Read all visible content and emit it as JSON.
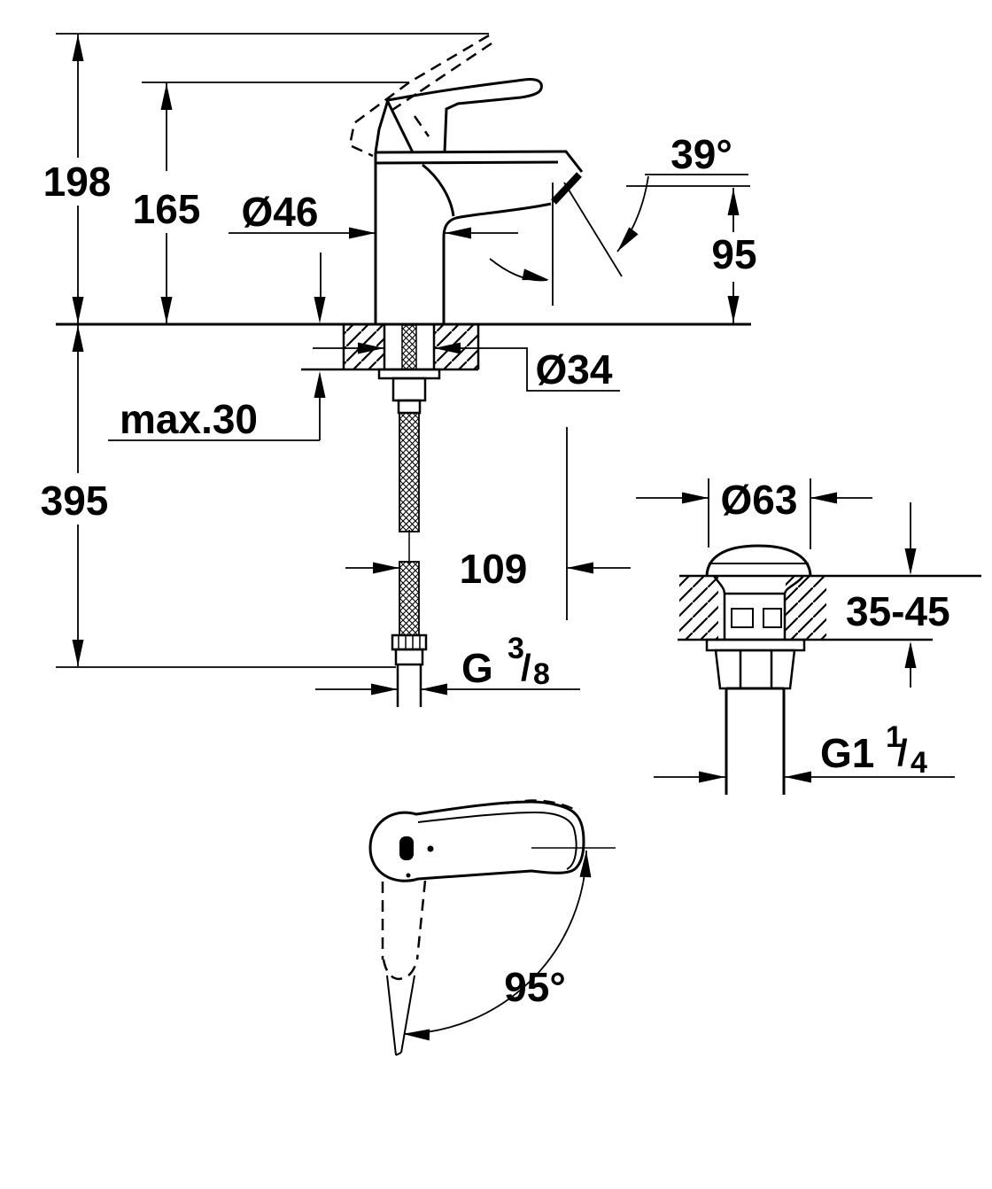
{
  "figure": {
    "kind": "technical dimensional drawing",
    "subject": "single-lever basin mixer faucet with pop-up waste, front view, waste-fitting detail and handle top view",
    "units": "mm",
    "ink_color": "#000000",
    "background_color": "#ffffff"
  },
  "labels": {
    "height_overall": "198",
    "height_to_lever": "165",
    "body_diameter": "Ø46",
    "spout_angle": "39°",
    "spout_height": "95",
    "max_deck_thickness": "max.30",
    "shank_diameter": "Ø34",
    "hose_length_below_deck": "395",
    "hose_to_waste_offset": "109",
    "waste_flange_diameter": "Ø63",
    "waste_deck_thickness_range": "35-45",
    "handle_swivel_angle": "95°"
  },
  "threads": {
    "supply": {
      "prefix": "G",
      "numerator": "3",
      "slash": "/",
      "denominator": "8"
    },
    "waste": {
      "prefix": "G1",
      "numerator": "1",
      "slash": "/",
      "denominator": "4"
    }
  }
}
